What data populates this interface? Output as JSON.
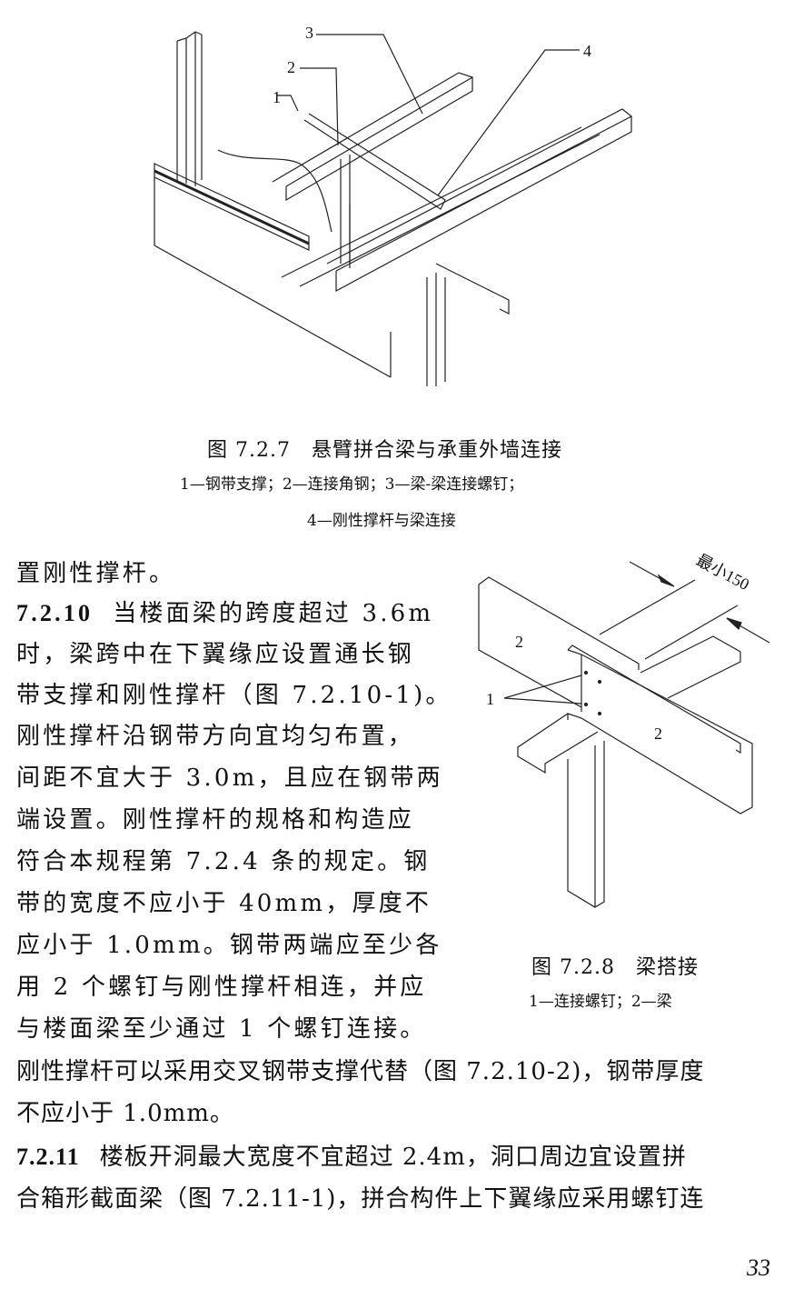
{
  "figure_7_2_7": {
    "labels": [
      "1",
      "2",
      "3",
      "4"
    ],
    "caption_title": "图 7.2.7　悬臂拼合梁与承重外墙连接",
    "legend_line1": "1—钢带支撑；2—连接角钢；3—梁-梁连接螺钉；",
    "legend_line2": "4—刚性撑杆与梁连接"
  },
  "figure_7_2_8": {
    "dimension_label": "最小150",
    "labels": [
      "1",
      "2",
      "2"
    ],
    "caption_title": "图 7.2.8　梁搭接",
    "legend": "1—连接螺钉；2—梁"
  },
  "body": {
    "line1": "置刚性撑杆。",
    "clause_7_2_10_number": "7.2.10",
    "clause_7_2_10_lines": [
      "当楼面梁的跨度超过 3.6m",
      "时，梁跨中在下翼缘应设置通长钢",
      "带支撑和刚性撑杆（图 7.2.10-1)。",
      "刚性撑杆沿钢带方向宜均匀布置，",
      "间距不宜大于 3.0m，且应在钢带两",
      "端设置。刚性撑杆的规格和构造应",
      "符合本规程第 7.2.4 条的规定。钢",
      "带的宽度不应小于 40mm，厚度不",
      "应小于 1.0mm。钢带两端应至少各",
      "用 2 个螺钉与刚性撑杆相连，并应",
      "与楼面梁至少通过 1 个螺钉连接。",
      "刚性撑杆可以采用交叉钢带支撑代替（图 7.2.10-2)，钢带厚度",
      "不应小于 1.0mm。"
    ],
    "clause_7_2_11_number": "7.2.11",
    "clause_7_2_11_lines": [
      "楼板开洞最大宽度不宜超过 2.4m，洞口周边宜设置拼",
      "合箱形截面梁（图 7.2.11-1)，拼合构件上下翼缘应采用螺钉连"
    ]
  },
  "page_number": "33"
}
